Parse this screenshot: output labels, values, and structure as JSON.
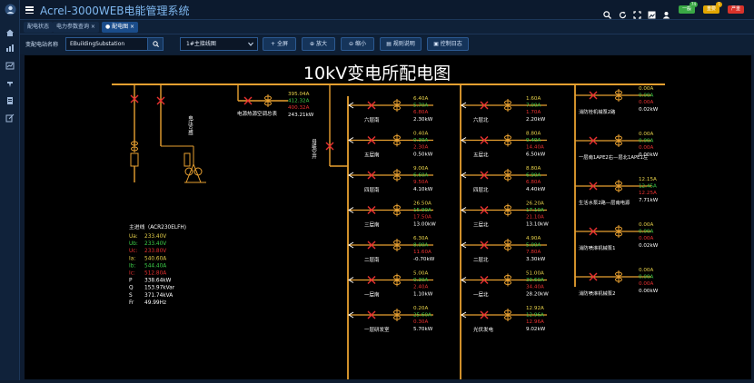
{
  "app": {
    "title": "Acrel-3000WEB电能管理系统"
  },
  "header": {
    "badges": [
      {
        "label": "一般",
        "count": "74",
        "color": "#3aa845"
      },
      {
        "label": "重要",
        "count": "1",
        "color": "#e0a500"
      },
      {
        "label": "严重",
        "count": "",
        "color": "#d8322a"
      }
    ],
    "icons": [
      "search-icon",
      "refresh-icon",
      "fullscreen-icon",
      "image-icon",
      "user-icon"
    ]
  },
  "sidebar": {
    "icons": [
      "avatar-icon",
      "bar-chart-icon",
      "column-chart-icon",
      "map-pin-icon",
      "document-icon",
      "edit-icon"
    ]
  },
  "tabs": [
    {
      "label": "配电状态",
      "active": false
    },
    {
      "label": "电力参数查询 ×",
      "active": false
    },
    {
      "label": "● 配电图 ×",
      "active": true
    }
  ],
  "toolbar": {
    "station_label": "变配电站名称",
    "station_value": "EBuildingSubstation",
    "diagram_value": "1#主接线图",
    "buttons": {
      "fullscreen": "全屏",
      "zoom_in": "放大",
      "zoom_out": "缩小",
      "guide": "规则说明",
      "log": "控制日志"
    }
  },
  "diagram": {
    "title": "10kV变电所配电图",
    "main_meter": {
      "title": "主进线（ACR230ELFH)",
      "rows": [
        {
          "k": "Ua:",
          "v": "233.40V",
          "c": "#e8d24a"
        },
        {
          "k": "Ub:",
          "v": "233.40V",
          "c": "#3ed24a"
        },
        {
          "k": "Uc:",
          "v": "233.80V",
          "c": "#e83030"
        },
        {
          "k": "Ia:",
          "v": "540.60A",
          "c": "#e8d24a"
        },
        {
          "k": "Ib:",
          "v": "544.40A",
          "c": "#3ed24a"
        },
        {
          "k": "Ic:",
          "v": "512.80A",
          "c": "#e83030"
        },
        {
          "k": "P",
          "v": "338.64kW",
          "c": "#ffffff"
        },
        {
          "k": "Q",
          "v": "153.97kVar",
          "c": "#ffffff"
        },
        {
          "k": "S",
          "v": "371.74kVA",
          "c": "#ffffff"
        },
        {
          "k": "Fr",
          "v": "49.99Hz",
          "c": "#ffffff"
        }
      ]
    },
    "vertical_labels": {
      "pt": "电压互感",
      "sec": "母联空开"
    },
    "feeder_top": {
      "label": "电源热源空调总表",
      "a": "395.04A",
      "b": "412.32A",
      "c": "400.32A",
      "p": "243.21kW"
    },
    "left_feeders": [
      {
        "label": "六层南",
        "a": "6.40A",
        "b": "5.70A",
        "c": "6.80A",
        "p": "2.30kW"
      },
      {
        "label": "五层南",
        "a": "0.40A",
        "b": "0.30A",
        "c": "2.30A",
        "p": "0.50kW"
      },
      {
        "label": "四层南",
        "a": "9.00A",
        "b": "6.60A",
        "c": "9.50A",
        "p": "4.10kW"
      },
      {
        "label": "三层南",
        "a": "26.50A",
        "b": "15.90A",
        "c": "17.50A",
        "p": "13.00kW"
      },
      {
        "label": "二层南",
        "a": "6.30A",
        "b": "8.00A",
        "c": "11.60A",
        "p": "-0.70kW"
      },
      {
        "label": "一层南",
        "a": "5.00A",
        "b": "0.30A",
        "c": "2.40A",
        "p": "1.10kW"
      },
      {
        "label": "一层研发室",
        "a": "0.20A",
        "b": "25.60A",
        "c": "0.30A",
        "p": "5.70kW"
      }
    ],
    "mid_feeders": [
      {
        "label": "六层北",
        "a": "1.60A",
        "b": "7.00A",
        "c": "1.70A",
        "p": "2.20kW"
      },
      {
        "label": "五层北",
        "a": "8.80A",
        "b": "9.40A",
        "c": "14.40A",
        "p": "6.50kW"
      },
      {
        "label": "四层北",
        "a": "8.80A",
        "b": "6.90A",
        "c": "6.80A",
        "p": "4.40kW"
      },
      {
        "label": "三层北",
        "a": "26.20A",
        "b": "17.10A",
        "c": "21.10A",
        "p": "13.10kW"
      },
      {
        "label": "二层北",
        "a": "4.90A",
        "b": "5.00A",
        "c": "7.80A",
        "p": "3.30kW"
      },
      {
        "label": "一层北",
        "a": "51.00A",
        "b": "39.60A",
        "c": "34.40A",
        "p": "28.20kW"
      },
      {
        "label": "光伏发电",
        "a": "12.92A",
        "b": "12.96A",
        "c": "12.96A",
        "p": "9.02kW"
      }
    ],
    "right_feeders": [
      {
        "label": "消防栓机械泵2路",
        "a": "0.00A",
        "b": "0.00A",
        "c": "0.00A",
        "p": "0.02kW"
      },
      {
        "label": "一层南1APE2右—层北1APE1左",
        "a": "0.00A",
        "b": "0.00A",
        "c": "0.00A",
        "p": "0.00kW"
      },
      {
        "label": "生活水泵2路—层南电源",
        "a": "12.15A",
        "b": "12.45A",
        "c": "12.25A",
        "p": "7.71kW"
      },
      {
        "label": "消防喷淋机械泵1",
        "a": "0.00A",
        "b": "0.00A",
        "c": "0.00A",
        "p": "0.02kW"
      },
      {
        "label": "消防喷淋机械泵2",
        "a": "0.00A",
        "b": "0.00A",
        "c": "0.00A",
        "p": "0.00kW"
      }
    ],
    "colors": {
      "a": "#e8d24a",
      "b": "#3ed24a",
      "c": "#e83030",
      "p": "#ffffff",
      "bus": "#e8a030",
      "breaker": "#e83030"
    }
  }
}
